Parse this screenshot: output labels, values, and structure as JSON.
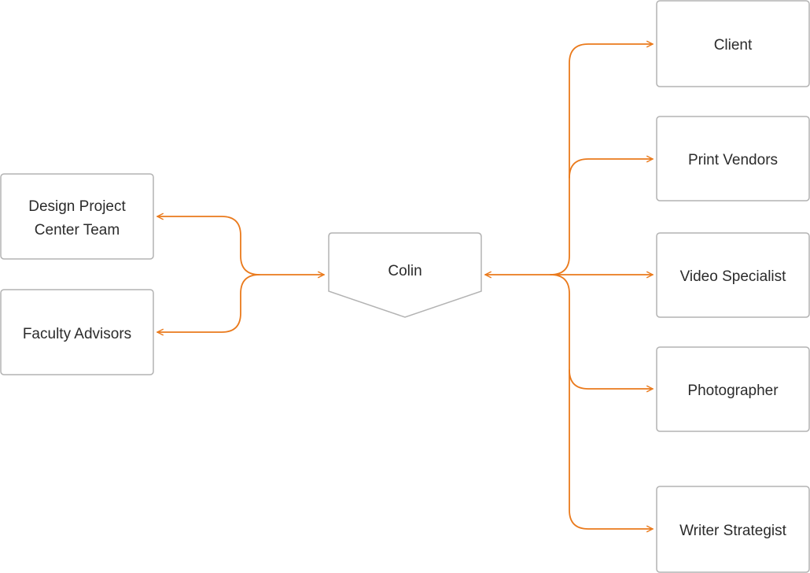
{
  "colors": {
    "connector": "#ea7a1c",
    "node_border": "#b3b3b3",
    "text": "#2b2b2b",
    "background": "#ffffff"
  },
  "center": {
    "label": "Colin"
  },
  "left_nodes": [
    {
      "id": "design-project-center-team",
      "lines": [
        "Design Project",
        "Center Team"
      ]
    },
    {
      "id": "faculty-advisors",
      "lines": [
        "Faculty Advisors"
      ]
    }
  ],
  "right_nodes": [
    {
      "id": "client",
      "lines": [
        "Client"
      ]
    },
    {
      "id": "print-vendors",
      "lines": [
        "Print Vendors"
      ]
    },
    {
      "id": "video-specialist",
      "lines": [
        "Video Specialist"
      ]
    },
    {
      "id": "photographer",
      "lines": [
        "Photographer"
      ]
    },
    {
      "id": "writer-strategist",
      "lines": [
        "Writer Strategist"
      ]
    }
  ]
}
